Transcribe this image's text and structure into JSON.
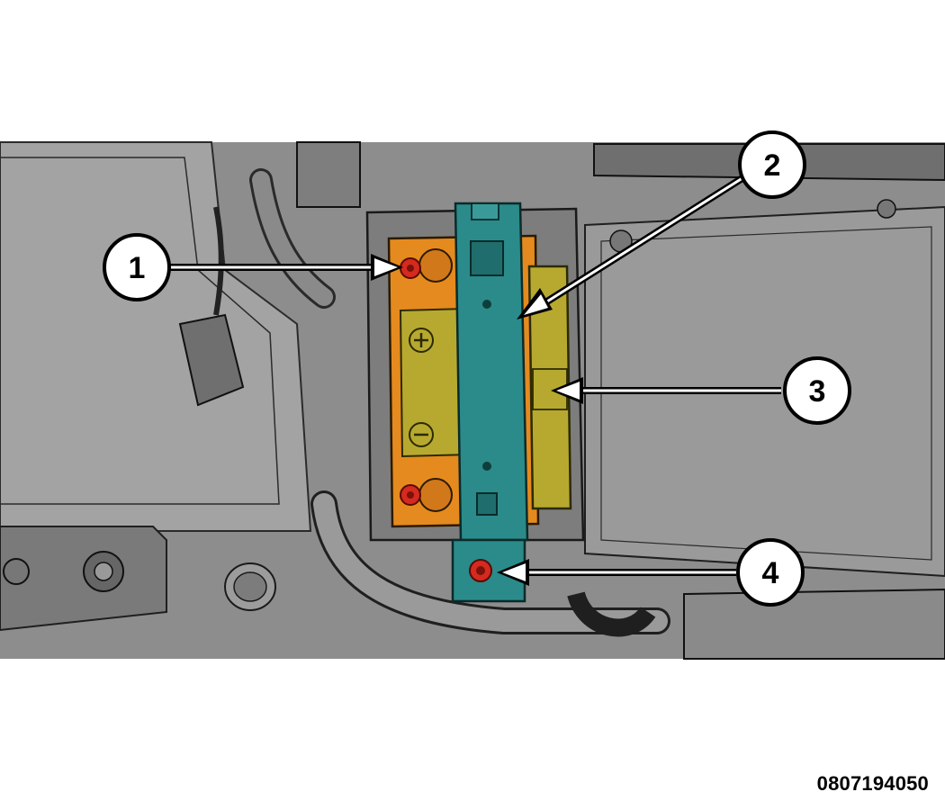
{
  "figure": {
    "id": "0807194050"
  },
  "callouts": [
    {
      "label": "1"
    },
    {
      "label": "2"
    },
    {
      "label": "3"
    },
    {
      "label": "4"
    }
  ],
  "colors": {
    "background": "#ffffff",
    "scene_gray": "#8f8f8f",
    "scene_line": "#2b2b2b",
    "battery_orange": "#e58a1e",
    "battery_olive": "#b7a930",
    "bracket_teal": "#2a8b8a",
    "bolt_red": "#d42a1f",
    "callout_fill": "#ffffff",
    "callout_stroke": "#000000"
  },
  "icons": [
    "plus-terminal-icon",
    "minus-terminal-icon",
    "bolt-icon"
  ]
}
